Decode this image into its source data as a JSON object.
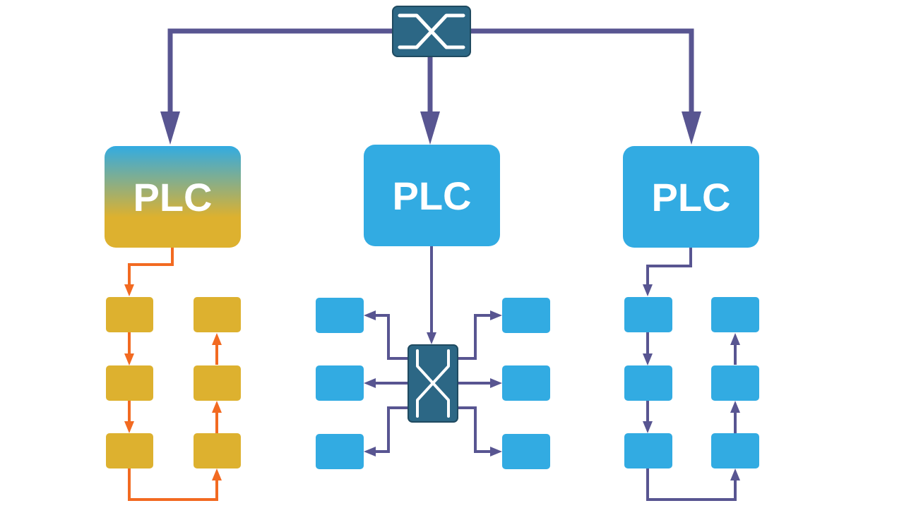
{
  "colors": {
    "background": "#ffffff",
    "link_primary": "#585591",
    "link_orange": "#f26a21",
    "switch_fill": "#2c6785",
    "switch_border": "#1f4a60",
    "device_blue": "#32abe2",
    "device_gold": "#ddb12f",
    "plc_text": "#ffffff"
  },
  "nodes": {
    "top_switch": {
      "icon": "network-switch-icon"
    },
    "sub_switch": {
      "icon": "network-switch-icon"
    },
    "plcs": [
      {
        "label": "PLC",
        "fill": "gradient-blue-to-gold"
      },
      {
        "label": "PLC",
        "fill": "#32abe2"
      },
      {
        "label": "PLC",
        "fill": "#32abe2"
      }
    ]
  },
  "topologies": [
    {
      "name_hint": "daisy-chain",
      "device_color": "gold",
      "link_color": "orange",
      "device_count": 6
    },
    {
      "name_hint": "star",
      "device_color": "blue",
      "link_color": "purple",
      "device_count": 6
    },
    {
      "name_hint": "daisy-chain",
      "device_color": "blue",
      "link_color": "purple",
      "device_count": 6
    }
  ]
}
